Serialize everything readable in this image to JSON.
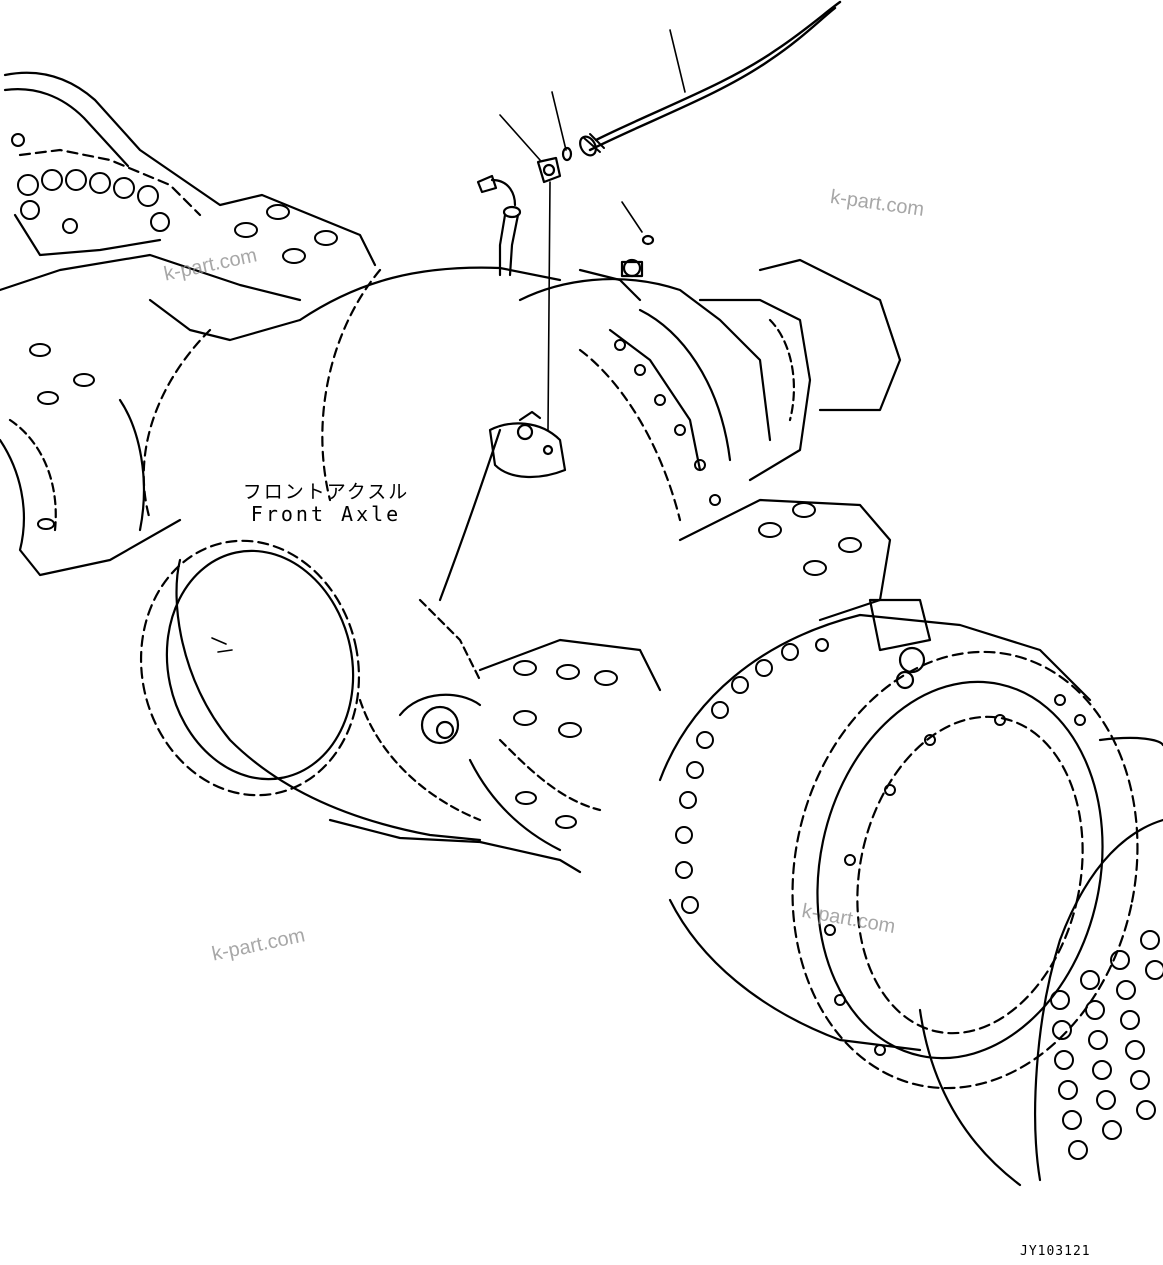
{
  "diagram": {
    "part_label_jp": "フロントアクスル",
    "part_label_en": "Front Axle",
    "drawing_code": "JY103121",
    "watermarks": [
      "k-part.com",
      "k-part.com",
      "k-part.com",
      "k-part.com"
    ],
    "line_color": "#000000",
    "background_color": "#ffffff"
  }
}
